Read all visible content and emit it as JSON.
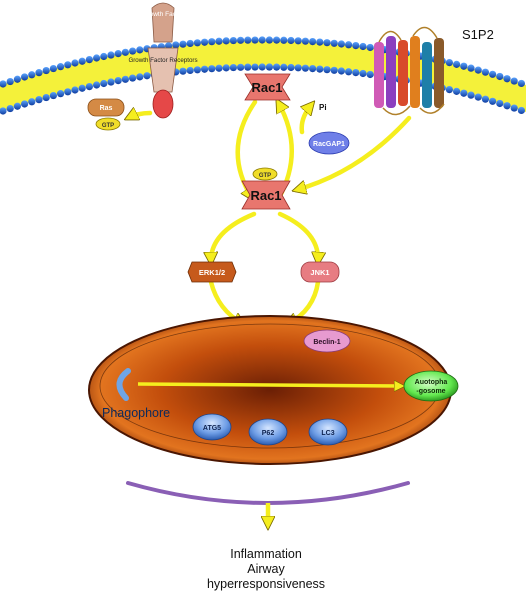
{
  "receptors": {
    "growth_factor": "Growth Factor",
    "growth_factor_receptor": "Growth Factor Receptors",
    "s1p2": "S1P2"
  },
  "ras": {
    "label": "Ras",
    "gtp": "GTP"
  },
  "rac1_top": "Rac1",
  "rac1_bottom": "Rac1",
  "gtp_rac": "GTP",
  "pi": "Pi",
  "racgap1": "RacGAP1",
  "erk": "ERK1/2",
  "jnk": "JNK1",
  "beclin": "Beclin-1",
  "phagophore": "Phagophore",
  "autophagosome": {
    "line1": "Auotopha",
    "line2": "-gosome"
  },
  "proteins": {
    "atg5": "ATG5",
    "p62": "P62",
    "lc3": "LC3"
  },
  "outcome": {
    "line1": "Inflammation",
    "line2": "Airway",
    "line3": "hyperresponsiveness"
  },
  "colors": {
    "arrow": "#f5ee1e",
    "rac": "#e8766e",
    "erk": "#c65a1c",
    "jnk": "#e77c82",
    "beclin": "#e79ad0",
    "protein": "#6f9ee6",
    "auto": "#62e84e",
    "cell": "#d35a10",
    "arc": "#8a5fb5"
  }
}
